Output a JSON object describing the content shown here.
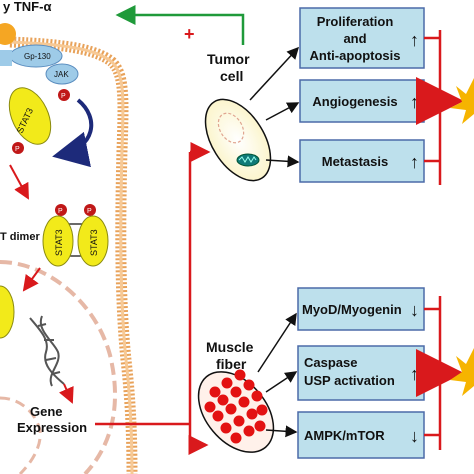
{
  "top": {
    "cytokine": "y TNF-α",
    "plus": "+"
  },
  "receptor": {
    "gp130": "Gp-130",
    "jak": "JAK",
    "p": "P"
  },
  "stat": {
    "stat3": "STAT3",
    "dimer": "T dimer"
  },
  "nucleus": {
    "gene_line1": "Gene",
    "gene_line2": "Expression"
  },
  "tumor": {
    "label_line1": "Tumor",
    "label_line2": "cell",
    "boxes": [
      {
        "lines": [
          "Proliferation",
          "and",
          "Anti-apoptosis"
        ],
        "arrow": "↑"
      },
      {
        "lines": [
          "Angiogenesis"
        ],
        "arrow": "↑"
      },
      {
        "lines": [
          "Metastasis"
        ],
        "arrow": "↑"
      }
    ]
  },
  "muscle": {
    "label_line1": "Muscle",
    "label_line2": "fiber",
    "boxes": [
      {
        "lines": [
          "MyoD/Myogenin"
        ],
        "arrow": "↓"
      },
      {
        "lines": [
          "Caspase",
          "USP activation"
        ],
        "arrow": "↑"
      },
      {
        "lines": [
          "AMPK/mTOR"
        ],
        "arrow": "↓"
      }
    ]
  },
  "colors": {
    "box_fill": "#bde0ec",
    "box_stroke": "#4b6aa8",
    "arrow_red": "#d9191c",
    "arrow_green": "#1f9a3a",
    "stat_yellow": "#f2ea1a",
    "membrane": "#e8a25a",
    "star": "#f6b400"
  }
}
